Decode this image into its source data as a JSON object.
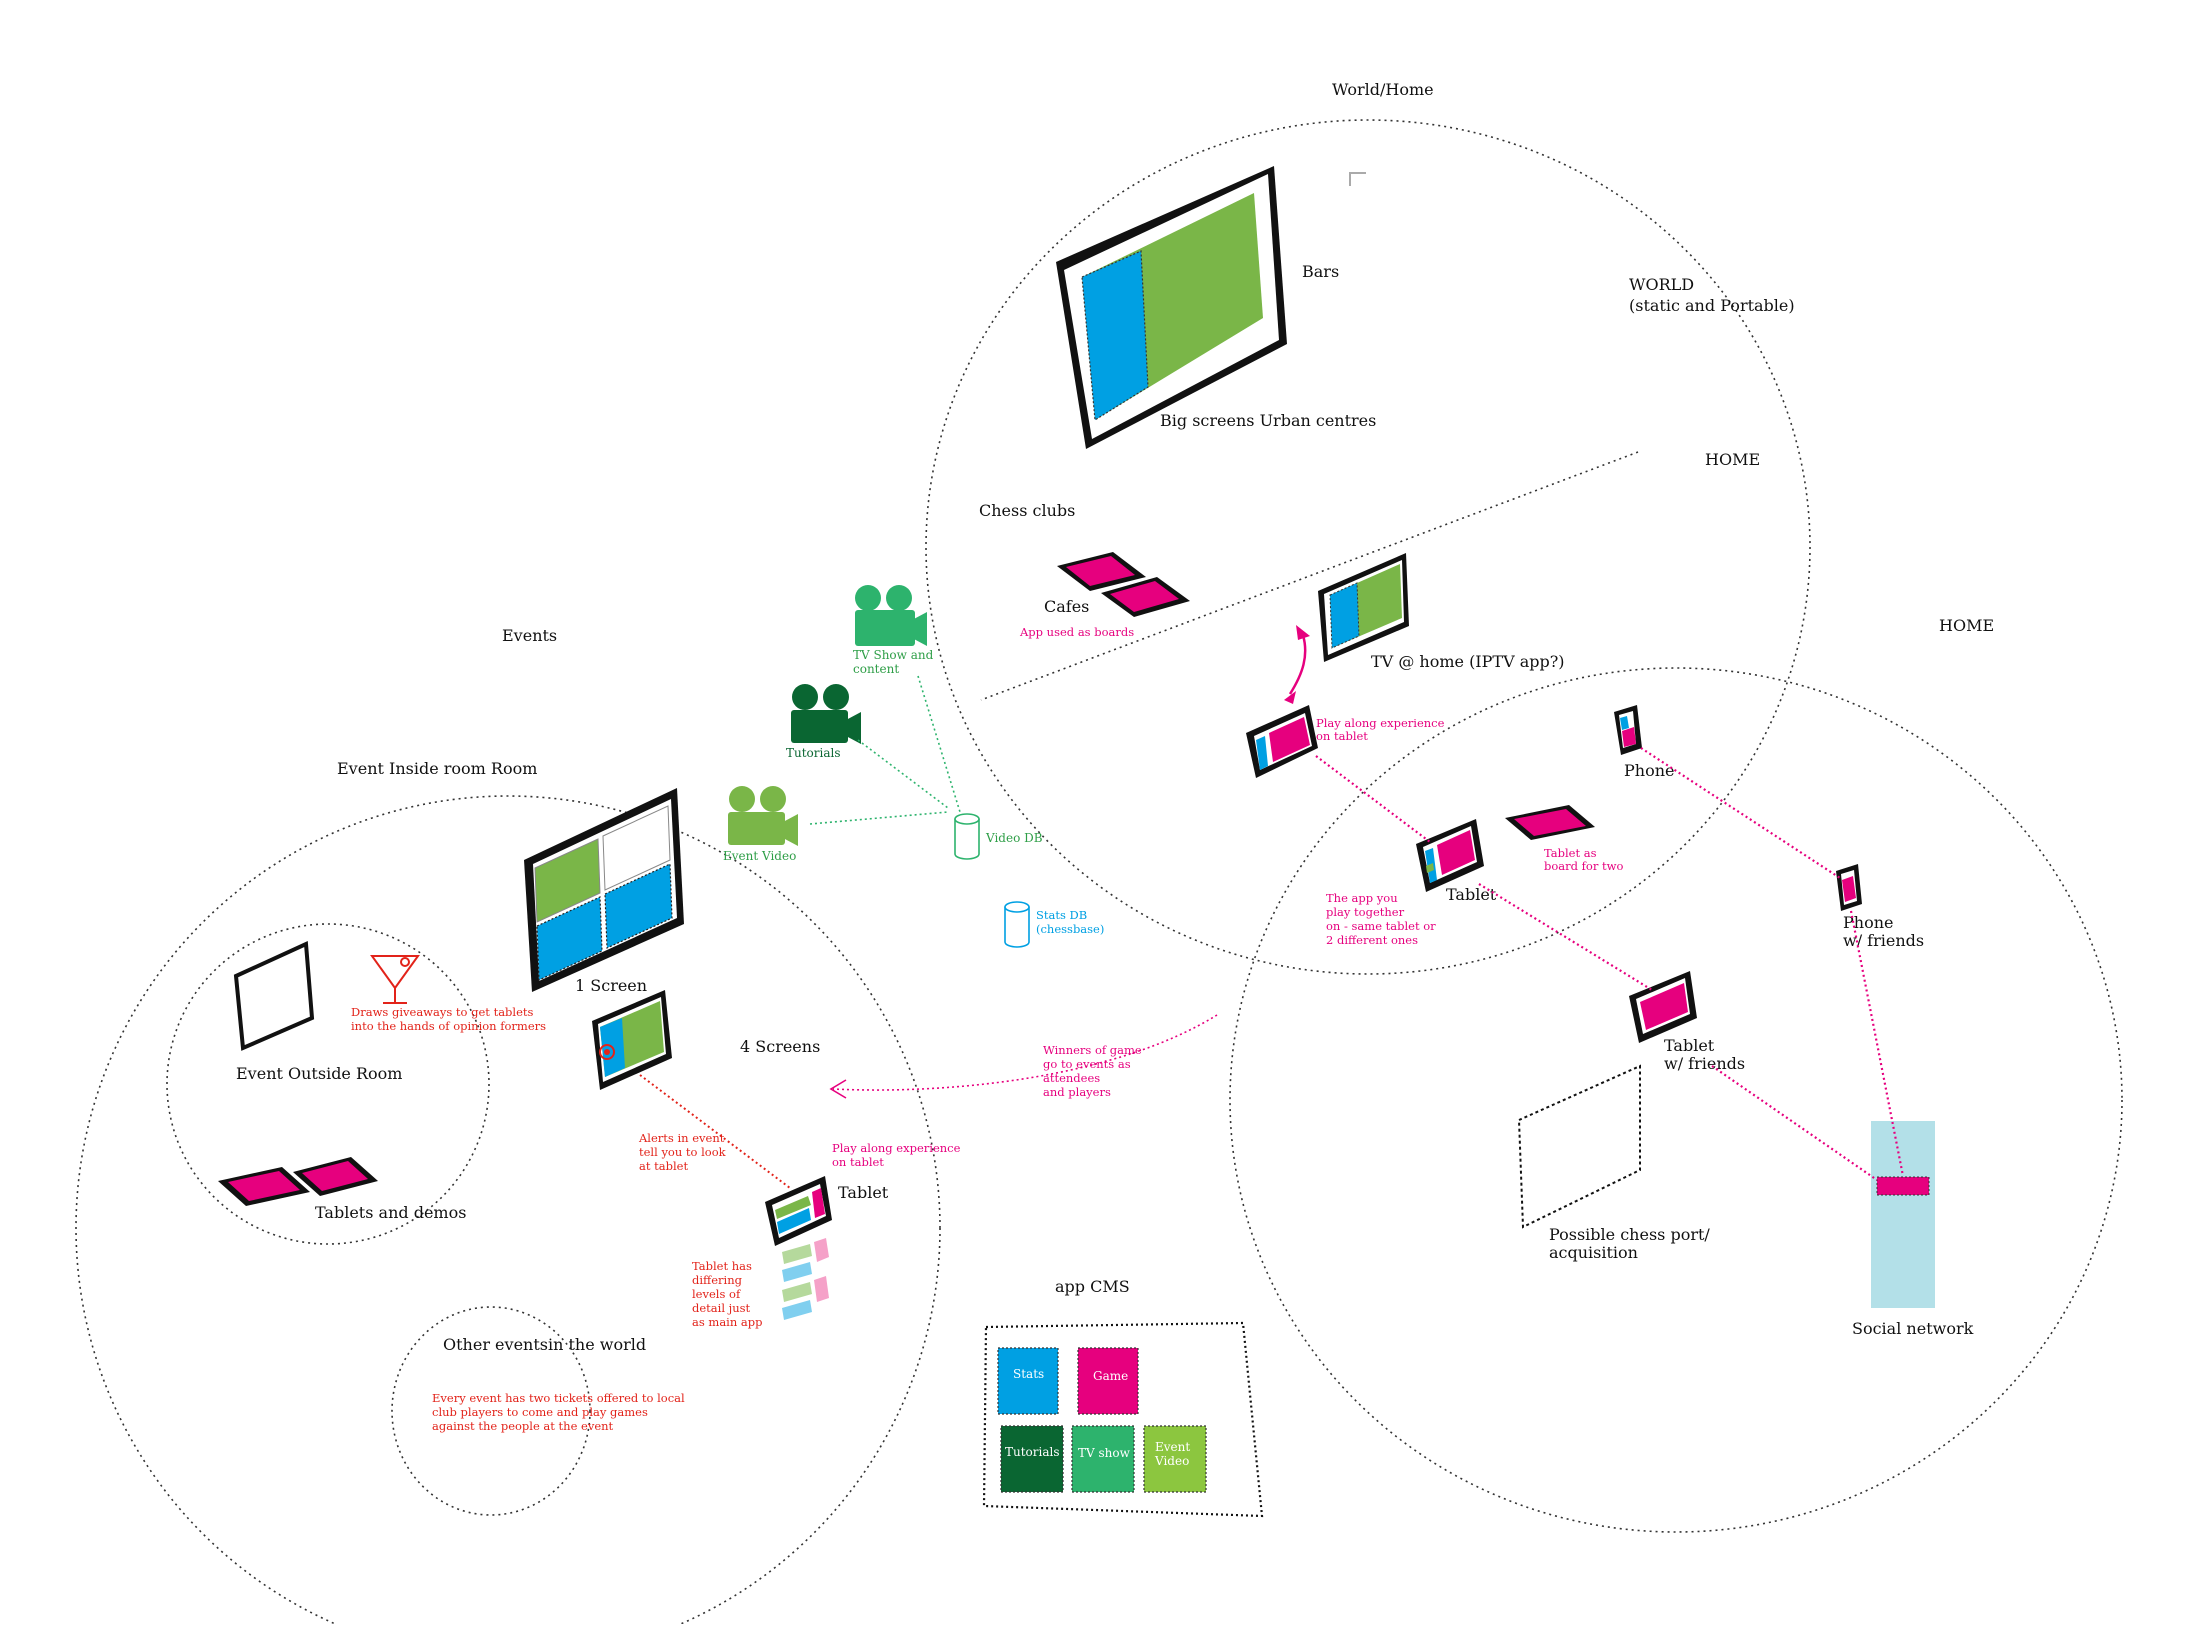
{
  "colors": {
    "magenta": "#e6007e",
    "cyan": "#00a0e3",
    "green": "#7ab648",
    "dark_green": "#0a6632",
    "tv_green": "#2db36d",
    "event_green": "#8cc63f",
    "red": "#e2231a",
    "light_blue": "#b3e0e8"
  },
  "regions": {
    "world_home": "World/Home",
    "world": "WORLD",
    "world_sub": "(static and Portable)",
    "home_inner": "HOME",
    "home_outer": "HOME",
    "events": "Events",
    "event_inside": "Event Inside room Room",
    "event_outside": "Event Outside Room",
    "other_events": "Other eventsin the world"
  },
  "world": {
    "bars": "Bars",
    "big_screens": "Big screens Urban centres",
    "chess_clubs": "Chess clubs",
    "cafes": "Cafes",
    "app_boards": "App used as boards",
    "tv_home": "TV @ home (IPTV app?)",
    "play_along_1": "Play along experience",
    "play_along_2": "on tablet"
  },
  "home": {
    "phone": "Phone",
    "tablet": "Tablet",
    "tablet_board_1": "Tablet as",
    "tablet_board_2": "board for two",
    "app_together": [
      "The app you",
      "play together",
      "on - same tablet or",
      "2 different ones"
    ],
    "phone_friends_1": "Phone",
    "phone_friends_2": "w/ friends",
    "tablet_friends_1": "Tablet",
    "tablet_friends_2": "w/ friends",
    "chess_port_1": "Possible chess port/",
    "chess_port_2": "acquisition",
    "social_network": "Social network"
  },
  "media": {
    "tv_show_1": "TV Show and",
    "tv_show_2": "content",
    "tutorials": "Tutorials",
    "event_video": "Event Video",
    "video_db": "Video DB",
    "stats_db_1": "Stats DB",
    "stats_db_2": "(chessbase)",
    "winners": [
      "Winners of game",
      "go to events as",
      "attendees",
      "and players"
    ]
  },
  "events": {
    "one_screen": "1 Screen",
    "four_screens": "4 Screens",
    "draws_1": "Draws giveaways to get tablets",
    "draws_2": "into the hands of opinion formers",
    "tablets_demos": "Tablets and demos",
    "alerts": [
      "Alerts in event",
      "tell you to look",
      "at tablet"
    ],
    "play_along_1": "Play along experience",
    "play_along_2": "on tablet",
    "tablet": "Tablet",
    "tablet_detail": [
      "Tablet has",
      "differing",
      "levels of",
      "detail just",
      "as main app"
    ],
    "every_event": [
      "Every event has two tickets offered to local",
      "club players to come and play games",
      "against the people at the event"
    ]
  },
  "cms": {
    "title": "app CMS",
    "stats": "Stats",
    "game": "Game",
    "tutorials": "Tutorials",
    "tv_show": "TV show",
    "event_1": "Event",
    "event_2": "Video"
  }
}
